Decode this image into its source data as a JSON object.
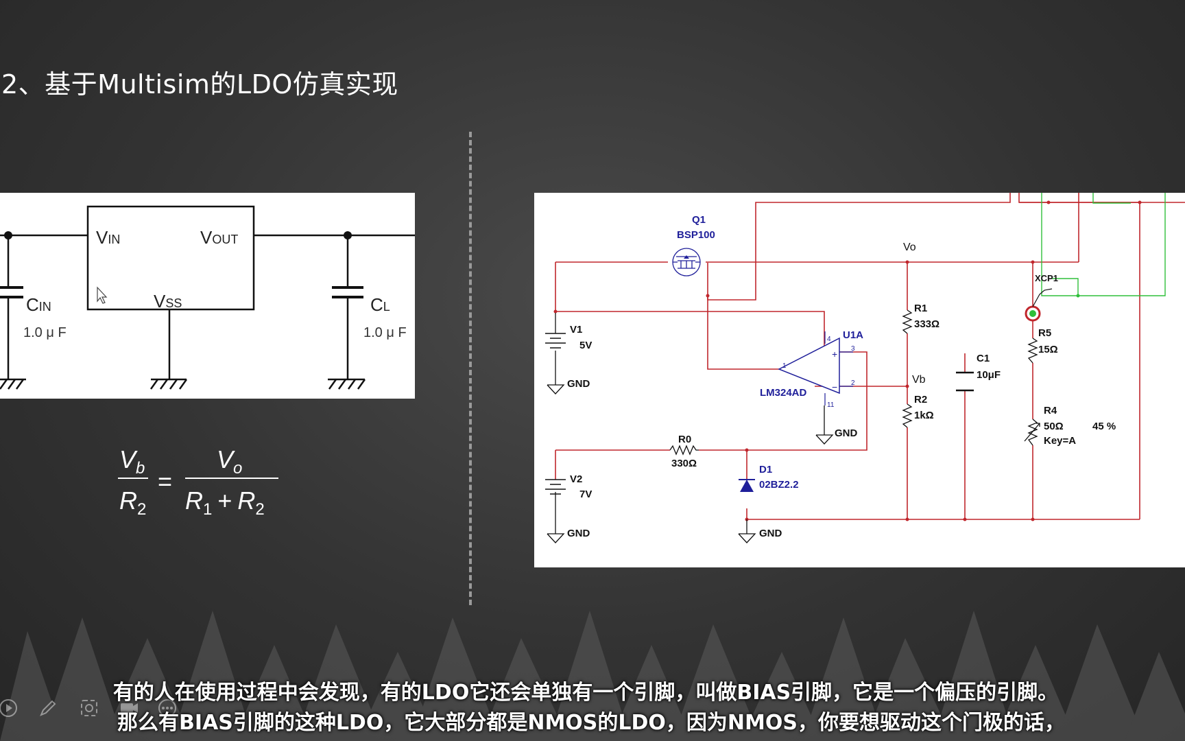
{
  "slide": {
    "title": "2、基于Multisim的LDO仿真实现"
  },
  "left_diagram": {
    "vin": "V",
    "vin_sub": "IN",
    "vout": "V",
    "vout_sub": "OUT",
    "vss": "V",
    "vss_sub": "SS",
    "cin": "C",
    "cin_sub": "IN",
    "cin_value": "1.0 μ F",
    "cl": "C",
    "cl_sub": "L",
    "cl_value": "1.0 μ F"
  },
  "formula": {
    "lhs_num": "V",
    "lhs_num_sub": "b",
    "lhs_den": "R",
    "lhs_den_sub": "2",
    "eq": "=",
    "rhs_num": "V",
    "rhs_num_sub": "o",
    "rhs_den_a": "R",
    "rhs_den_a_sub": "1",
    "rhs_plus": "+",
    "rhs_den_b": "R",
    "rhs_den_b_sub": "2"
  },
  "schematic": {
    "q1_ref": "Q1",
    "q1_part": "BSP100",
    "vo": "Vo",
    "vb": "Vb",
    "xcp1": "XCP1",
    "r1_ref": "R1",
    "r1_val": "333Ω",
    "r2_ref": "R2",
    "r2_val": "1kΩ",
    "r5_ref": "R5",
    "r5_val": "15Ω",
    "r4_ref": "R4",
    "r4_val": "50Ω",
    "r4_pct": "45 %",
    "r4_key": "Key=A",
    "c1_ref": "C1",
    "c1_val": "10μF",
    "u1a_ref": "U1A",
    "u1a_part": "LM324AD",
    "v1_ref": "V1",
    "v1_val": "5V",
    "v2_ref": "V2",
    "v2_val": "7V",
    "r0_ref": "R0",
    "r0_val": "330Ω",
    "d1_ref": "D1",
    "d1_part": "02BZ2.2",
    "gnd": "GND",
    "pin_plus": "+",
    "pin_minus": "−",
    "pin1": "1",
    "pin2": "2",
    "pin3": "3",
    "pin4": "4",
    "pin11": "11"
  },
  "subtitles": {
    "line1": "有的人在使用过程中会发现，有的LDO它还会单独有一个引脚，叫做BIAS引脚，它是一个偏压的引脚。",
    "line2": "那么有BIAS引脚的这种LDO，它大部分都是NMOS的LDO，因为NMOS，你要想驱动这个门极的话，"
  },
  "toolbar": {
    "icons": [
      "play-icon",
      "pen-icon",
      "screenshot-icon",
      "video-icon",
      "more-icon"
    ]
  },
  "colors": {
    "wire_red": "#c0262c",
    "wire_green": "#2fbf3a",
    "label_blue": "#1f1f9a",
    "background": "#333333"
  }
}
